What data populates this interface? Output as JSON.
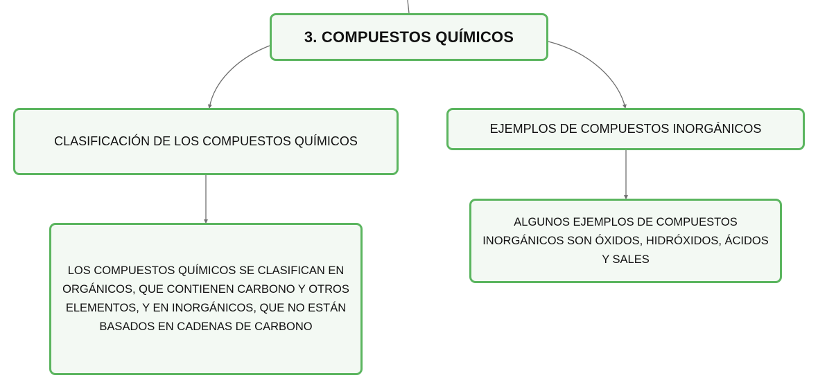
{
  "mindmap": {
    "root": {
      "label": "3. COMPUESTOS QUÍMICOS"
    },
    "left": {
      "label": "CLASIFICACIÓN DE LOS COMPUESTOS QUÍMICOS",
      "child": "LOS COMPUESTOS QUÍMICOS SE CLASIFICAN EN ORGÁNICOS, QUE CONTIENEN CARBONO Y OTROS ELEMENTOS, Y EN INORGÁNICOS, QUE NO ESTÁN BASADOS EN CADENAS DE CARBONO"
    },
    "right": {
      "label": "EJEMPLOS DE COMPUESTOS INORGÁNICOS",
      "child": "ALGUNOS EJEMPLOS DE COMPUESTOS INORGÁNICOS SON ÓXIDOS, HIDRÓXIDOS, ÁCIDOS Y SALES"
    }
  },
  "colors": {
    "node_border": "#5bb55f",
    "node_fill": "#f3f9f3",
    "connector": "#6f6f6f",
    "text": "#111111"
  }
}
